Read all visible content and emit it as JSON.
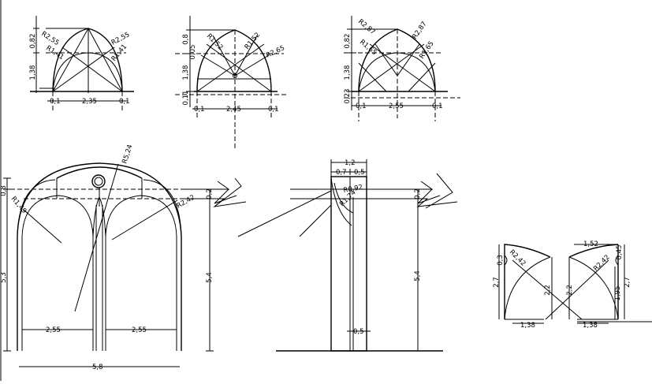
{
  "arch1": {
    "d_top": "0,82",
    "d_h": "1,38",
    "r_outer": "R2,55",
    "r_outer2": "R2,55",
    "r_inner": "R1,41",
    "r_inner2": "R1,41",
    "w": "2,35",
    "side_l": "0,1",
    "side_r": "0,1"
  },
  "arch2": {
    "d_top": "0,8",
    "d_top2": "0,05",
    "d_h": "1,38",
    "d_b": "0,11",
    "r_a": "R1,52",
    "r_b": "R1,52",
    "r_c": "R2,65",
    "w": "2,45",
    "side_l": "0,1",
    "side_r": "0,1"
  },
  "arch3": {
    "d_top": "0,82",
    "d_h": "1,38",
    "d_b": "0,23",
    "r_a": "R2,87",
    "r_b": "R2,87",
    "r_c": "R1,65",
    "r_d": "R1,65",
    "w": "2,55",
    "side_l": "0,1",
    "side_r": "0,1"
  },
  "front": {
    "r_big": "R5,24",
    "r_left": "R1,49",
    "r_right": "R2,42",
    "d_top": "0,8",
    "h_total": "5,3",
    "h_right": "5,4",
    "h_mark": "0,2",
    "w1": "2,55",
    "w2": "2,55",
    "w_total": "5,8"
  },
  "side": {
    "w_top": "1,2",
    "w_a": "0,7",
    "w_b": "0,5",
    "r_a": "R0,92",
    "r_b": "R1,74",
    "h_mark": "0,2",
    "h": "5,4",
    "w_bottom": "0,5"
  },
  "detail": {
    "w1": "1,38",
    "w2": "1,38",
    "w3": "1,52",
    "h1": "2,7",
    "h2": "2,2",
    "h3": "2,2",
    "h4": "2,7",
    "h5": "1,95",
    "d1": "0,3",
    "d2": "0,45",
    "r1": "R2,42",
    "r2": "R2,42"
  }
}
